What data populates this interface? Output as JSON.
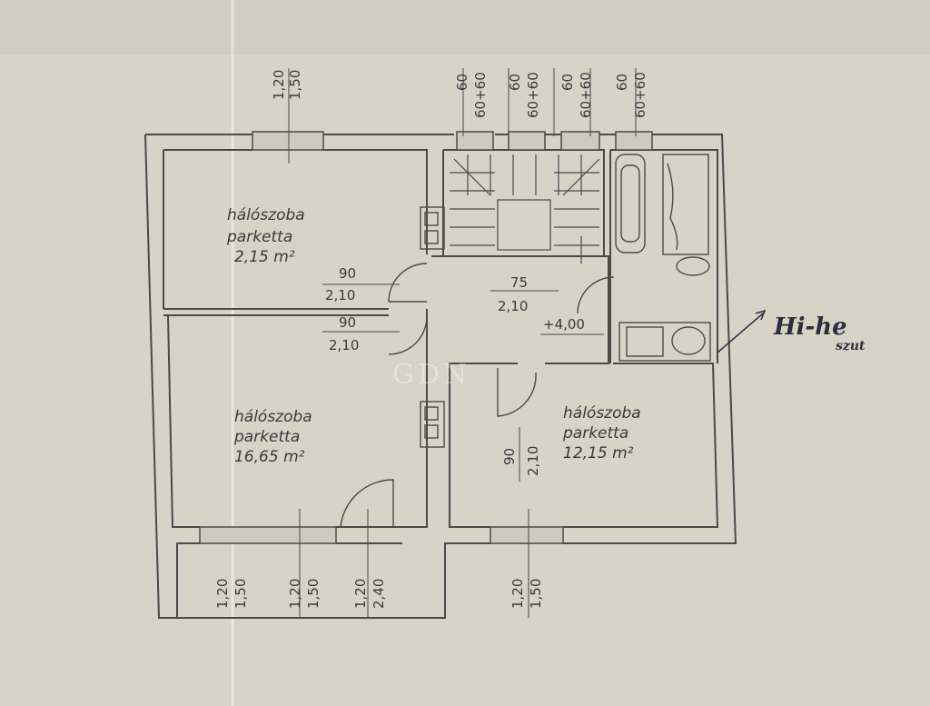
{
  "rooms": {
    "top_left": {
      "name": "hálószoba",
      "floor": "parketta",
      "area": "2,15 m²"
    },
    "bottom_left": {
      "name": "hálószoba",
      "floor": "parketta",
      "area": "16,65 m²"
    },
    "right": {
      "name": "hálószoba",
      "floor": "parketta",
      "area": "12,15 m²"
    }
  },
  "doors": {
    "top_left_width": "90",
    "top_left_height": "2,10",
    "bottom_left_width": "90",
    "bottom_left_height": "2,10",
    "hall_width": "75",
    "hall_height": "2,10",
    "right_width": "90",
    "right_height": "2,10",
    "level": "+4,00"
  },
  "windows": {
    "top_width": "1,20",
    "top_height": "1,50",
    "skylight_1_a": "60",
    "skylight_1_b": "60+60",
    "skylight_2_a": "60",
    "skylight_2_b": "60+60",
    "skylight_3_a": "60",
    "skylight_3_b": "60+60",
    "skylight_4_a": "60",
    "skylight_4_b": "60+60",
    "bottom_1_width": "1,20",
    "bottom_1_height": "1,50",
    "bottom_2_width": "1,20",
    "bottom_2_height": "1,50",
    "bottom_3_width": "1,20",
    "bottom_3_height": "2,40",
    "bottom_4_width": "1,20",
    "bottom_4_height": "1,50"
  },
  "annotation": {
    "line1": "Hi-he",
    "line2": "szut"
  },
  "watermark": "GDN"
}
